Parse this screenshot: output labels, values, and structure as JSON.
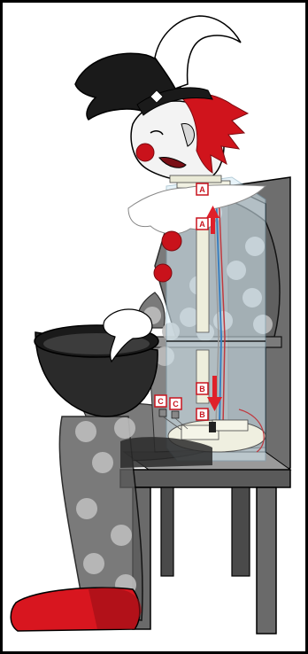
{
  "labels": {
    "a_upper": "A",
    "a_mid": "A",
    "b_mid": "B",
    "b_lower": "B",
    "c_left": "C",
    "c_right": "C"
  },
  "colors": {
    "border": "#000000",
    "clown_body": "#5a5a5a",
    "clown_dark": "#1a1a1a",
    "hair_red": "#d0141c",
    "nose_red": "#c9121b",
    "shoe_red": "#d8161f",
    "chair": "#6b6b6b",
    "glass": "#cfe6f2",
    "arrow": "#e0202a",
    "polka": "#b9b9b9"
  },
  "icons": [
    "jester-hat-icon",
    "clown-head-icon",
    "chair-icon",
    "bowl-icon",
    "up-arrow-icon",
    "down-arrow-icon"
  ]
}
